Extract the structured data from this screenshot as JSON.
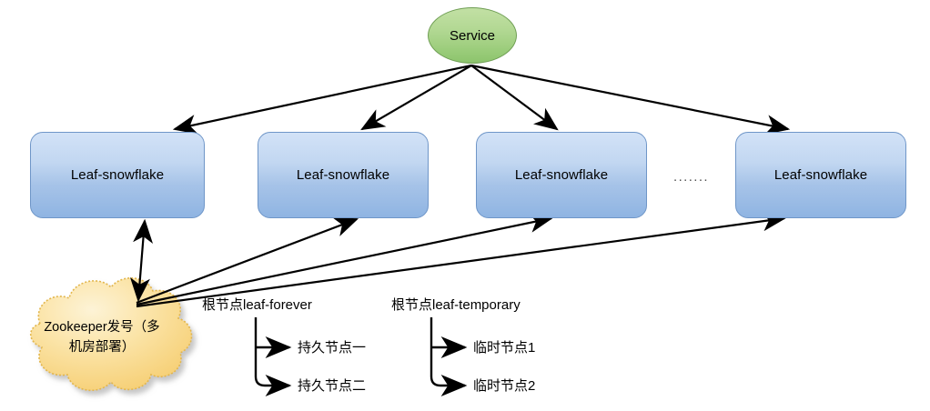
{
  "diagram": {
    "title": "Leaf-snowflake Zookeeper architecture",
    "service": {
      "label": "Service"
    },
    "leaf_nodes": [
      {
        "label": "Leaf-snowflake"
      },
      {
        "label": "Leaf-snowflake"
      },
      {
        "label": "Leaf-snowflake"
      },
      {
        "label": "Leaf-snowflake"
      }
    ],
    "ellipsis": ".......",
    "zookeeper": {
      "line1": "Zookeeper发号（多",
      "line2": "机房部署）"
    },
    "trees": [
      {
        "root_label": "根节点leaf-forever",
        "children": [
          {
            "label": "持久节点一"
          },
          {
            "label": "持久节点二"
          }
        ]
      },
      {
        "root_label": "根节点leaf-temporary",
        "children": [
          {
            "label": "临时节点1"
          },
          {
            "label": "临时节点2"
          }
        ]
      }
    ],
    "colors": {
      "service_fill_top": "#c2e0a4",
      "service_fill_bottom": "#8cc46d",
      "service_stroke": "#6f9e54",
      "box_fill_top": "#d2e2f7",
      "box_fill_bottom": "#8fb4e2",
      "box_stroke": "#6f96c8",
      "cloud_fill_top": "#fdf0cc",
      "cloud_fill_bottom": "#f5ce70",
      "cloud_stroke": "#e0b44a",
      "edge_stroke": "#000000"
    }
  }
}
